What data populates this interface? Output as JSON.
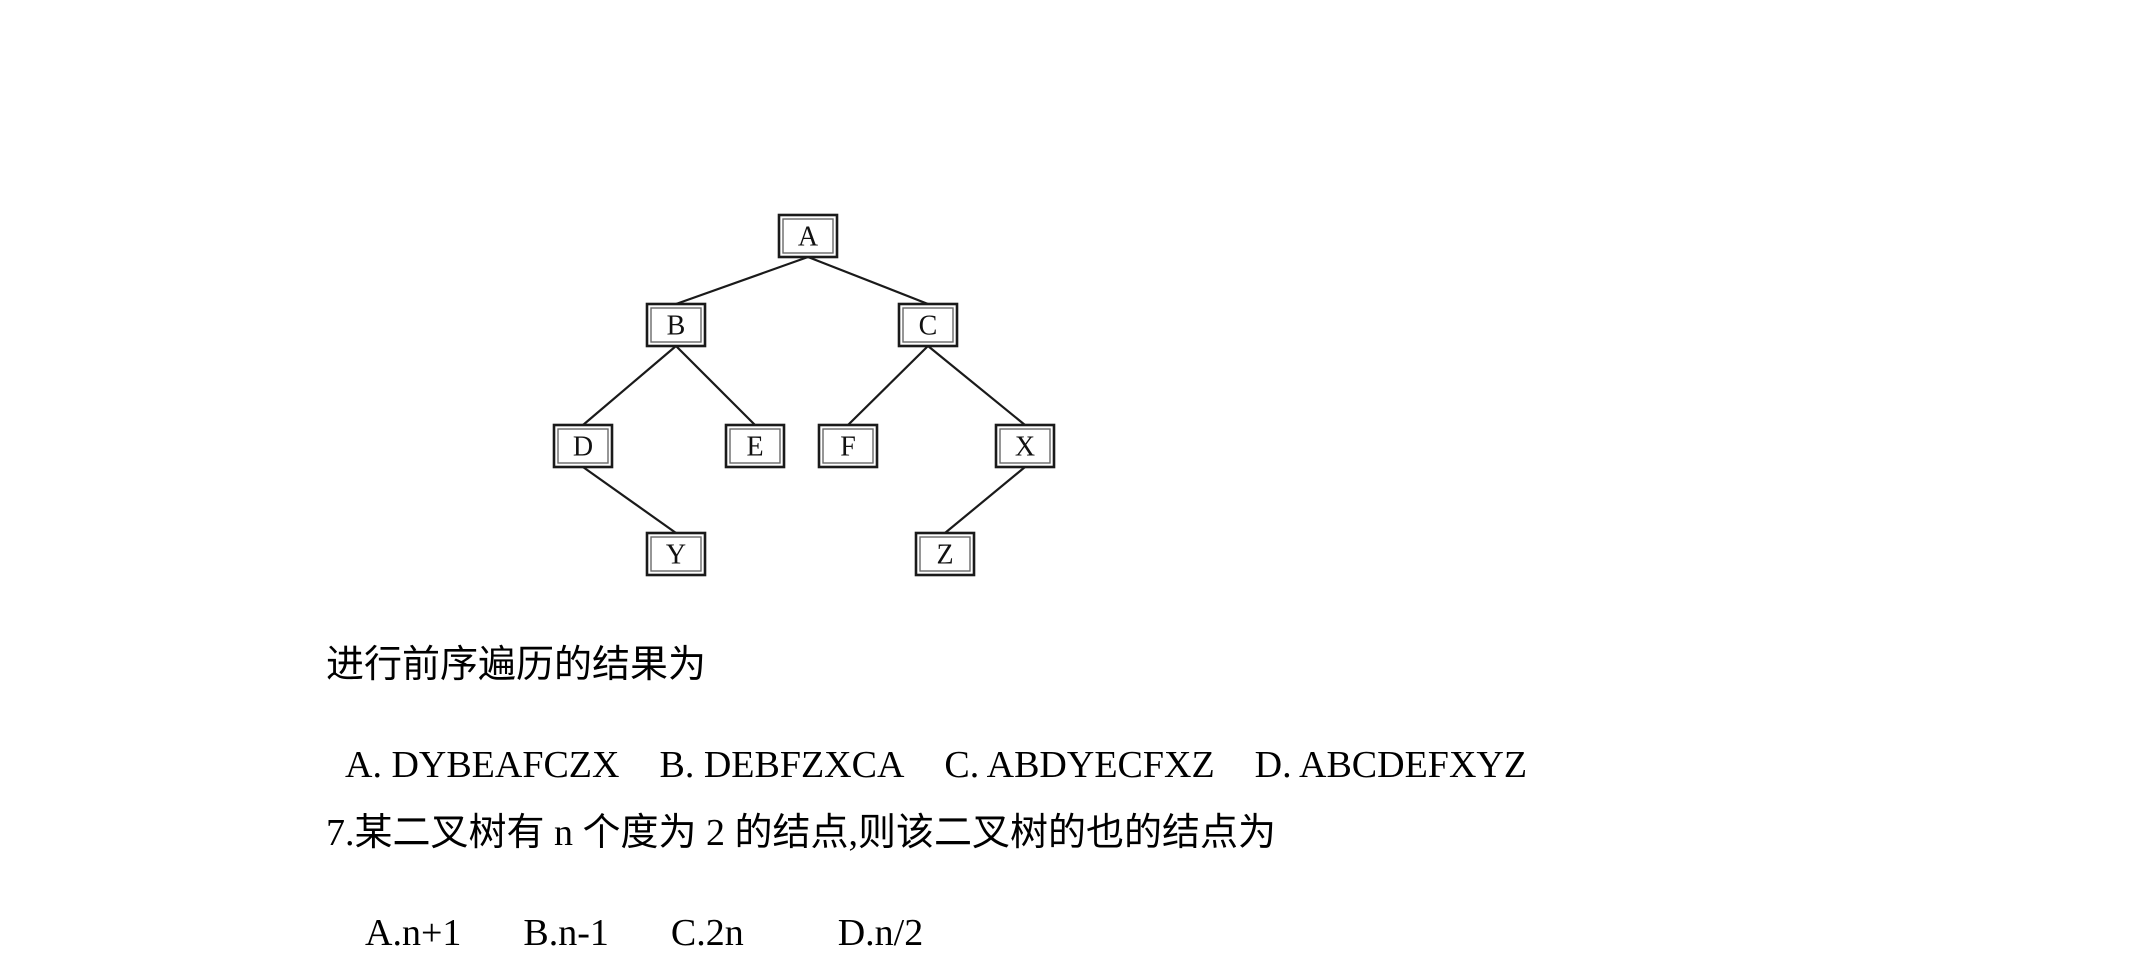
{
  "tree": {
    "nodes": [
      {
        "id": "A",
        "label": "A"
      },
      {
        "id": "B",
        "label": "B"
      },
      {
        "id": "C",
        "label": "C"
      },
      {
        "id": "D",
        "label": "D"
      },
      {
        "id": "E",
        "label": "E"
      },
      {
        "id": "F",
        "label": "F"
      },
      {
        "id": "X",
        "label": "X"
      },
      {
        "id": "Y",
        "label": "Y"
      },
      {
        "id": "Z",
        "label": "Z"
      }
    ],
    "edges": [
      [
        "A",
        "B"
      ],
      [
        "A",
        "C"
      ],
      [
        "B",
        "D"
      ],
      [
        "B",
        "E"
      ],
      [
        "C",
        "F"
      ],
      [
        "C",
        "X"
      ],
      [
        "D",
        "Y"
      ],
      [
        "X",
        "Z"
      ]
    ]
  },
  "question6": {
    "stem": "进行前序遍历的结果为",
    "options": [
      "A. DYBEAFCZX",
      "B. DEBFZXCA",
      "C. ABDYECFXZ",
      "D. ABCDEFXYZ"
    ]
  },
  "question7": {
    "stem": "7.某二叉树有 n 个度为 2 的结点,则该二叉树的也的结点为",
    "options": [
      "A.n+1",
      "B.n-1",
      "C.2n",
      "D.n/2"
    ]
  }
}
